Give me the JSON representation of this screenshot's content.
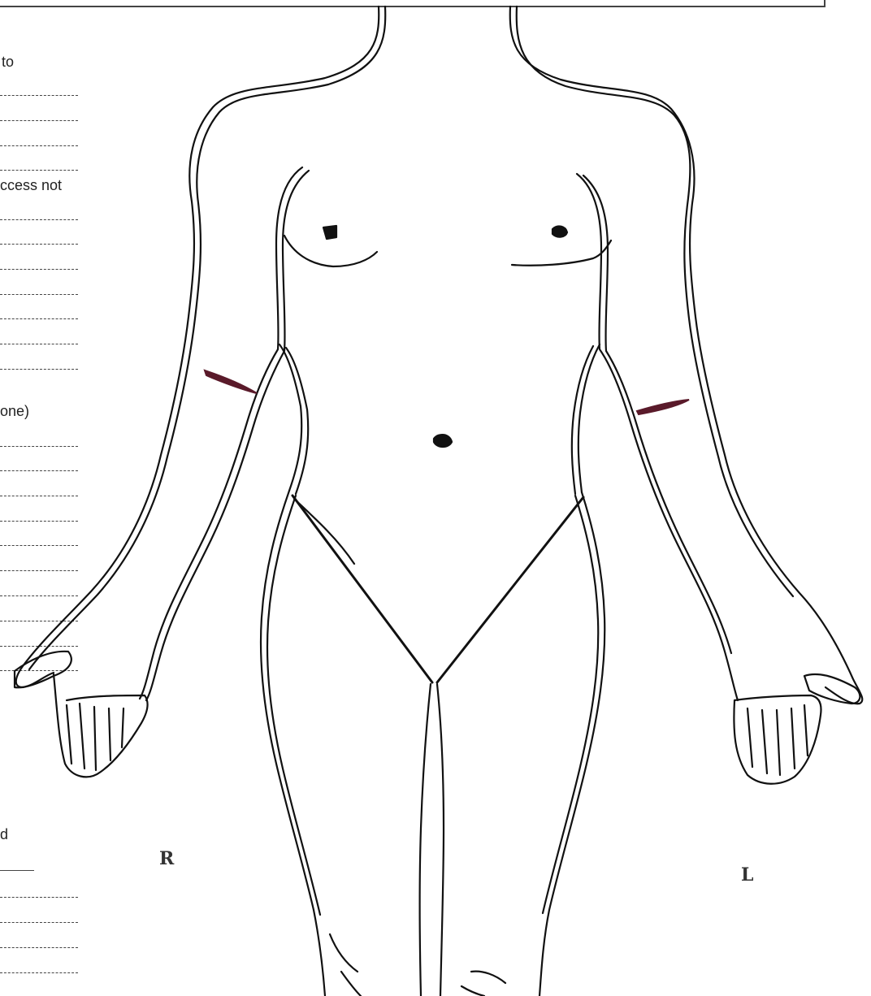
{
  "form_fragments": {
    "line_1": "to",
    "line_2": "ccess not",
    "line_3": "one)",
    "line_4": "d"
  },
  "diagram": {
    "right_label": "R",
    "left_label": "L",
    "mark_color": "#5a1a2a",
    "outline_color": "#111111"
  }
}
